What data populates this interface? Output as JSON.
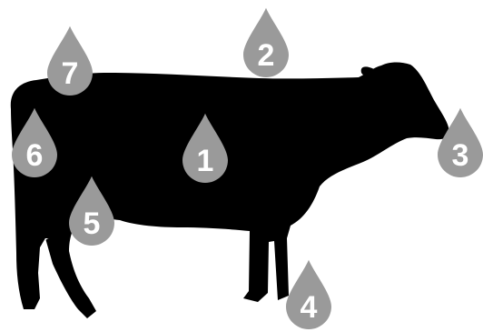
{
  "diagram": {
    "colors": {
      "background": "#ffffff",
      "silhouette": "#000000",
      "marker_fill": "#9a9a9a",
      "marker_text": "#ffffff"
    },
    "markers": [
      {
        "key": "1",
        "label": "1"
      },
      {
        "key": "2",
        "label": "2"
      },
      {
        "key": "3",
        "label": "3"
      },
      {
        "key": "4",
        "label": "4"
      },
      {
        "key": "5",
        "label": "5"
      },
      {
        "key": "6",
        "label": "6"
      },
      {
        "key": "7",
        "label": "7"
      }
    ]
  }
}
